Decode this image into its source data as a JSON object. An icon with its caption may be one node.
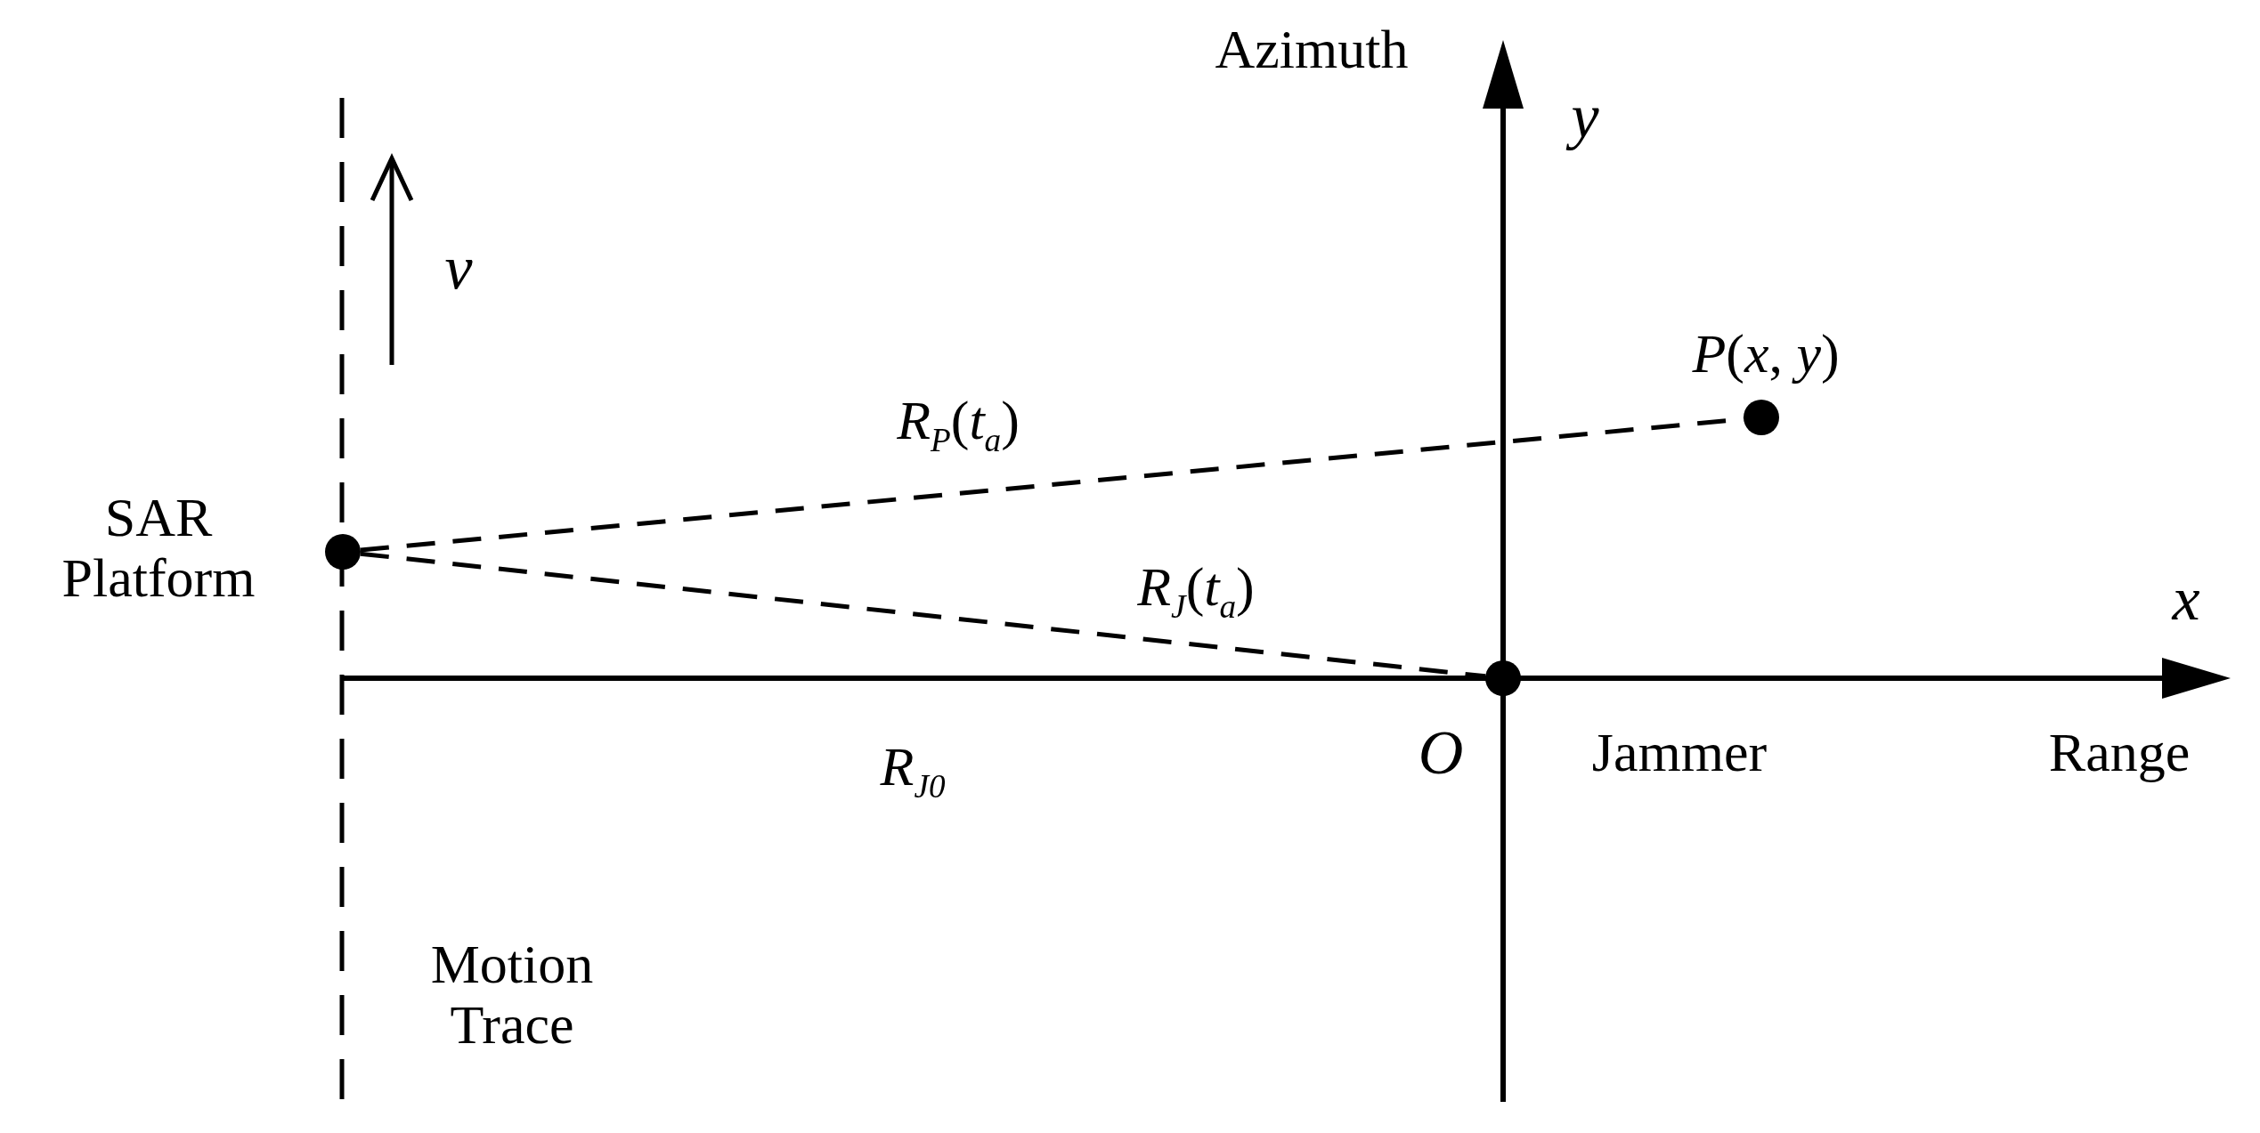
{
  "diagram": {
    "nodes": [
      {
        "text": [],
        "shape": "circle",
        "beside": [
          "SAR Platform"
        ]
      },
      {
        "text": [],
        "shape": "circle",
        "beside": [
          "Jammer"
        ]
      },
      {
        "text": [],
        "shape": "circle",
        "beside": [
          "*P*(*x*, *y*)"
        ]
      }
    ],
    "edges": [
      {
        "from": 0,
        "to": 2,
        "arrow": "none",
        "style": "dashed",
        "label": "*R*$_{P}$(*t*$_{a}$)"
      },
      {
        "from": 0,
        "to": 1,
        "arrow": "none",
        "style": "dashed",
        "label": "*R*$_{J}$(*t*$_{a}$)"
      }
    ],
    "labels": [
      "Azimuth",
      "y",
      "v",
      "x",
      "O",
      "Range",
      "*R*$_{J0}$",
      "Motion Trace"
    ]
  }
}
